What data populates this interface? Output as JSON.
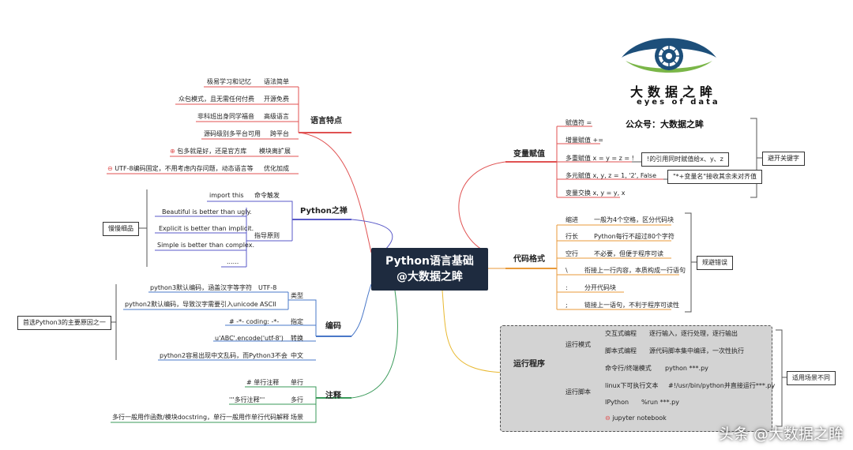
{
  "center": {
    "line1": "Python语言基础",
    "line2": "@大数据之眸"
  },
  "branches": {
    "lang": "语言特点",
    "zen": "Python之禅",
    "encoding": "编码",
    "comment": "注释",
    "assign": "变量赋值",
    "format": "代码格式",
    "run": "运行程序"
  },
  "lang_items": [
    {
      "desc": "极易学习和记忆",
      "label": "语法简单"
    },
    {
      "desc": "众包模式，且无需任何付费",
      "label": "开源免费"
    },
    {
      "desc": "非科班出身同学福音",
      "label": "高级语言"
    },
    {
      "desc": "源码级别多平台可用",
      "label": "跨平台"
    },
    {
      "desc": "包多就是好，还是官方库",
      "label": "模块离扩展"
    },
    {
      "desc": "UTF-8编码固定，不用考虑内存问题，动态语言等",
      "label": "优化加成"
    }
  ],
  "zen": {
    "trigger_cmd": "import this",
    "trigger_label": "命令触发",
    "principles": [
      "Beautiful is better than ugly.",
      "Explicit is better than implicit.",
      "Simple is better than complex.",
      "......"
    ],
    "principle_label": "指导原则",
    "note": "慢慢细品"
  },
  "encoding": {
    "type_label": "类型",
    "types": [
      {
        "desc": "python3默认编码，涵盖汉字等字符",
        "name": "UTF-8"
      },
      {
        "desc": "python2默认编码，导致汉字需要引入unicode",
        "name": "ASCII"
      }
    ],
    "specify_code": "# -*- coding: -*-",
    "specify_label": "指定",
    "convert_code": "u'ABC'.encode('utf-8')",
    "convert_label": "转换",
    "chinese_desc": "python2容易出现中文乱码，而Python3不会",
    "chinese_label": "中文",
    "note": "首选Python3的主要原因之一"
  },
  "comment_items": [
    {
      "code": "# 单行注释",
      "label": "单行"
    },
    {
      "code": "'''多行注释'''",
      "label": "多行"
    },
    {
      "code": "多行一般用作函数/模块docstring，单行一般用作单行代码解释",
      "label": "场景"
    }
  ],
  "assign_items": [
    "赋值符 =",
    "增量赋值 +=",
    "多重赋值 x = y = z = !",
    "多元赋值 x, y, z = 1, '2', False",
    "变量交换 x, y = y, x"
  ],
  "assign_notes": {
    "multi": "!的引用同时赋值给x、y、z",
    "tuple": "\"*+变量名\"接收其余未对齐值",
    "keyword": "避开关键字"
  },
  "format_items": [
    {
      "k": "缩进",
      "v": "一般为4个空格，区分代码块"
    },
    {
      "k": "行长",
      "v": "Python每行不超过80个字符"
    },
    {
      "k": "空行",
      "v": "不必要，但便于程序可读"
    },
    {
      "k": "\\",
      "v": "衔接上一行内容，本质构成一行语句"
    },
    {
      "k": ":",
      "v": "分开代码块"
    },
    {
      "k": ";",
      "v": "链接上一语句，不利于程序可读性"
    }
  ],
  "format_note": "规避错误",
  "run": {
    "mode_label": "运行模式",
    "modes": [
      {
        "name": "交互式编程",
        "desc": "逐行输入，逐行处理，逐行输出"
      },
      {
        "name": "脚本式编程",
        "desc": "源代码脚本集中编译，一次性执行"
      }
    ],
    "script_label": "运行脚本",
    "scripts": [
      {
        "env": "命令行/终端模式",
        "cmd": "python ***.py"
      },
      {
        "env": "linux下可执行文本",
        "cmd": "#!/usr/bin/python并直接运行***.py"
      },
      {
        "env": "IPython",
        "cmd": "%run ***.py"
      },
      {
        "env": "jupyter notebook",
        "cmd": ""
      }
    ],
    "note": "适用场景不同"
  },
  "logo": {
    "title": "大数据之眸",
    "subtitle": "eyes of data",
    "account": "公众号：大数据之眸"
  },
  "watermark": "头条 @大数据之眸",
  "colors": {
    "lang": "#e05252",
    "zen": "#5a5ac8",
    "encoding": "#4a78c8",
    "comment": "#3a9a5a",
    "assign": "#e05252",
    "format": "#e89a3a",
    "run": "#e8b830",
    "center": "#1e2b3f"
  }
}
